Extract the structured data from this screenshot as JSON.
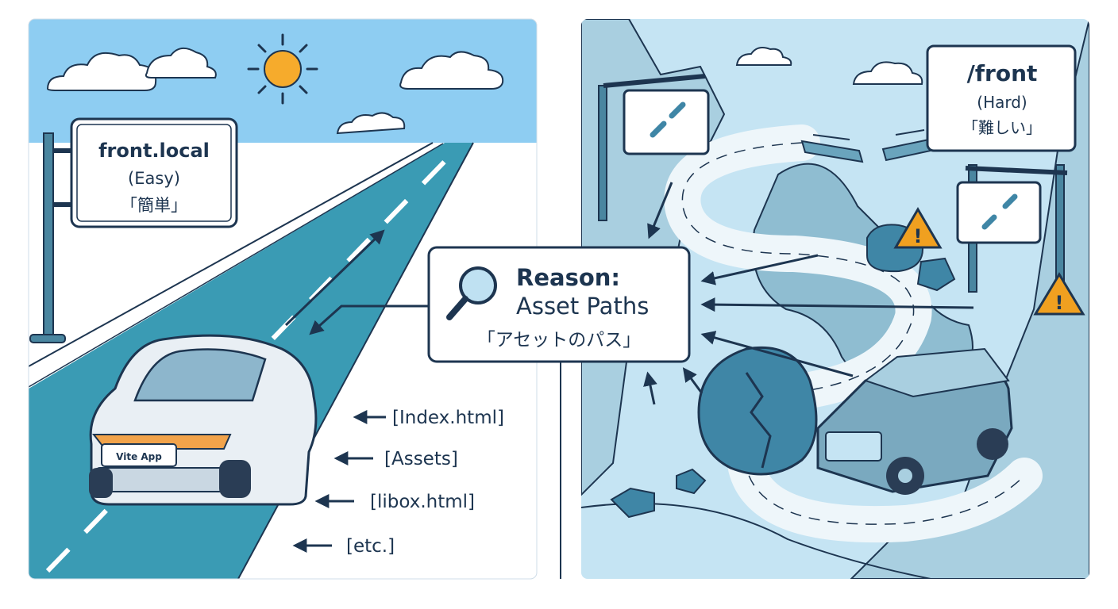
{
  "easy_sign": {
    "domain": "front.local",
    "level": "(Easy)",
    "japanese": "「簡単」"
  },
  "hard_sign": {
    "path": "/front",
    "level": "(Hard)",
    "japanese": "「難しい」"
  },
  "reason_box": {
    "title": "Reason:",
    "subject": "Asset Paths",
    "japanese": "「アセットのパス」"
  },
  "car_plate": "Vite App",
  "file_list": [
    "[Index.html]",
    "[Assets]",
    "[libox.html]",
    "[etc.]"
  ],
  "icons": [
    "sun-icon",
    "cloud-icon",
    "broken-link-icon",
    "warning-icon",
    "magnifier-icon",
    "arrow-icon"
  ],
  "colors": {
    "sky": "#8ecdf2",
    "road": "#3a9bb4",
    "rock": "#a9cfe0",
    "ink": "#1d3550",
    "warning": "#f0a020",
    "sun": "#f6ab2c"
  }
}
